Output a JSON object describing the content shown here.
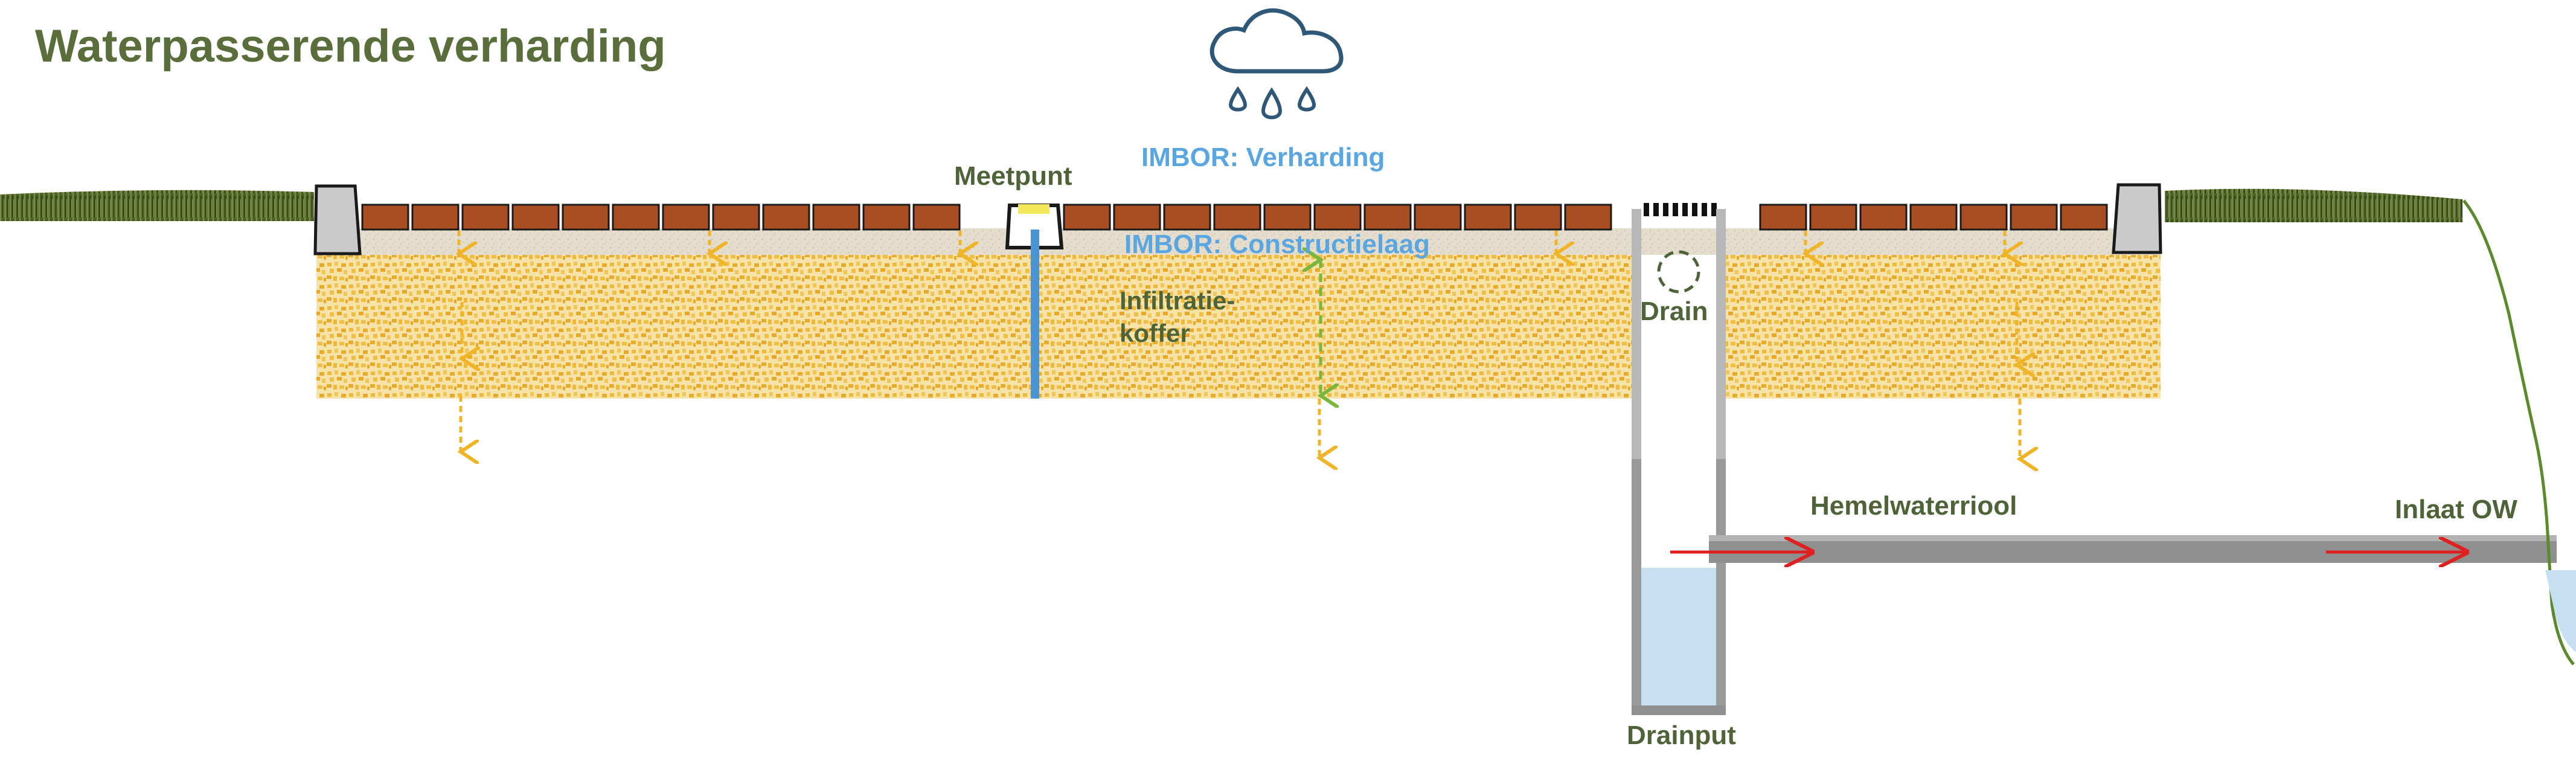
{
  "title": "Waterpasserende verharding",
  "labels": {
    "imbor_verharding": "IMBOR: Verharding",
    "imbor_constructielaag": "IMBOR: Constructielaag",
    "meetpunt": "Meetpunt",
    "infiltratie_line1": "Infiltratie-",
    "infiltratie_line2": "koffer",
    "drain": "Drain",
    "drainput": "Drainput",
    "hemelwaterriool": "Hemelwaterriool",
    "inlaat_ow": "Inlaat OW"
  },
  "icons": {
    "weather": "rain-cloud-icon",
    "flow": "arrow-icon"
  },
  "colors": {
    "title_green": "#5a6e3c",
    "label_green": "#4e6438",
    "imbor_blue": "#5aa6e0",
    "cloud_blue": "#2f5878",
    "brick": "#a94e22",
    "sand_base": "#f7e3a8",
    "sand_dots": "#eeb83b",
    "subgrade": "#e3dccd",
    "grass_dark": "#3d5220",
    "grass_light": "#7c8f45",
    "kerb": "#c9c9c9",
    "pipe": "#8f8f8f",
    "water": "#c6e0f2",
    "flow_red": "#e02020",
    "infiltration_arrow": "#f0b428",
    "level_arrow": "#7ab63b",
    "bank_line": "#5b8a2c",
    "measure_tube": "#4b95d6",
    "measure_cap": "#f3e75a"
  }
}
